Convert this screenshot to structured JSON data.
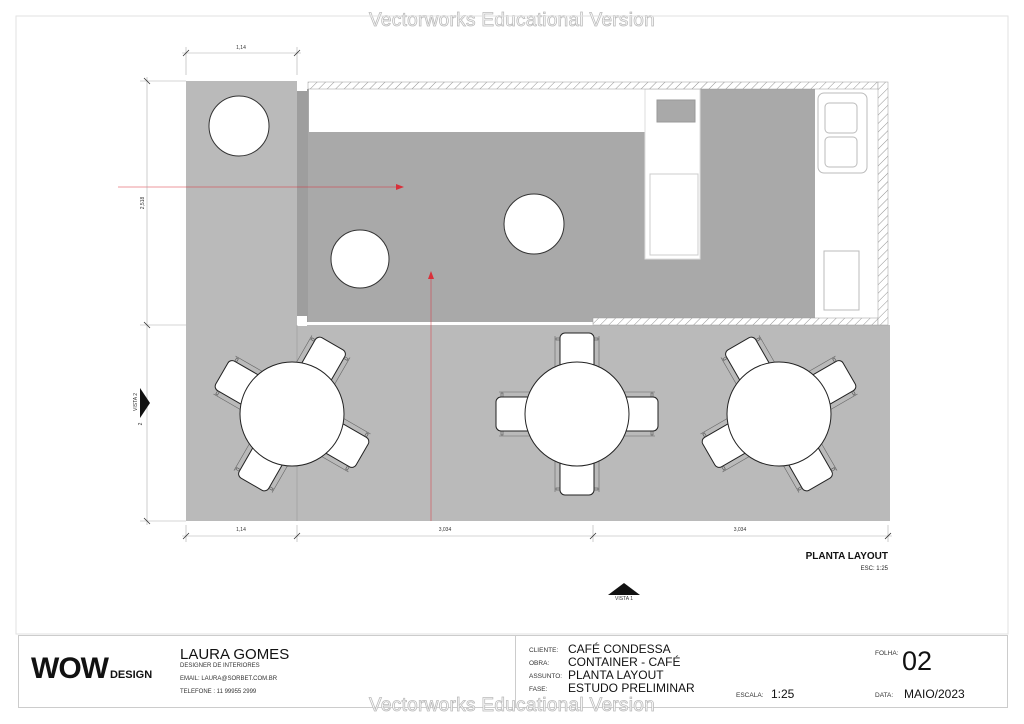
{
  "watermark": "Vectorworks Educational Version",
  "drawing": {
    "title": "PLANTA LAYOUT",
    "scale_note": "ESC: 1:25",
    "dimensions": {
      "top_width": "1,14",
      "left_upper": "2,518",
      "left_lower": "2",
      "bottom": [
        "1,14",
        "3,034",
        "3,034"
      ]
    },
    "view_markers": {
      "vista1": "VISTA 1",
      "vista2": "VISTA 2"
    },
    "colors": {
      "floor_light": "#bababa",
      "floor_dark": "#a9a9a9",
      "section_line": "#d9303a"
    }
  },
  "title_block": {
    "logo_main": "WOW",
    "logo_sub": "DESIGN",
    "designer_name": "LAURA GOMES",
    "designer_role": "DESIGNER DE INTERIORES",
    "email": "EMAIL: LAURA@SORBET.COM.BR",
    "phone": "TELEFONE : 11 99955 2999",
    "fields": [
      {
        "label": "CLIENTE:",
        "value": "CAFÉ CONDESSA"
      },
      {
        "label": "OBRA:",
        "value": "CONTAINER - CAFÉ"
      },
      {
        "label": "ASSUNTO:",
        "value": "PLANTA LAYOUT"
      },
      {
        "label": "FASE:",
        "value": "ESTUDO PRELIMINAR"
      }
    ],
    "scale_label": "ESCALA:",
    "scale_value": "1:25",
    "sheet_label": "FOLHA:",
    "sheet_value": "02",
    "date_label": "DATA:",
    "date_value": "MAIO/2023"
  }
}
